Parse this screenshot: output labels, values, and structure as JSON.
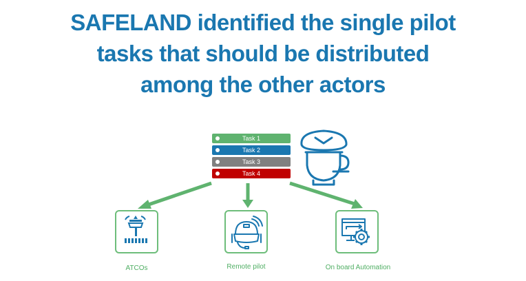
{
  "title": {
    "lines": [
      "SAFELAND identified the single pilot",
      "tasks that should be distributed",
      "among the other actors"
    ]
  },
  "tasks": [
    {
      "label": "Task 1",
      "color": "#5fb36f"
    },
    {
      "label": "Task 2",
      "color": "#1a77b0"
    },
    {
      "label": "Task 3",
      "color": "#808080"
    },
    {
      "label": "Task 4",
      "color": "#c00000"
    }
  ],
  "pilot_icon": "pilot-icon",
  "actors": [
    {
      "label": "ATCOs",
      "icon": "control-tower-icon"
    },
    {
      "label": "Remote pilot",
      "icon": "headset-helmet-icon"
    },
    {
      "label": "On board Automation",
      "icon": "computer-gear-icon"
    }
  ],
  "colors": {
    "title": "#1a77b0",
    "arrow": "#5fb36f",
    "icon": "#1a77b0",
    "actor_border": "#6dbd7a"
  }
}
